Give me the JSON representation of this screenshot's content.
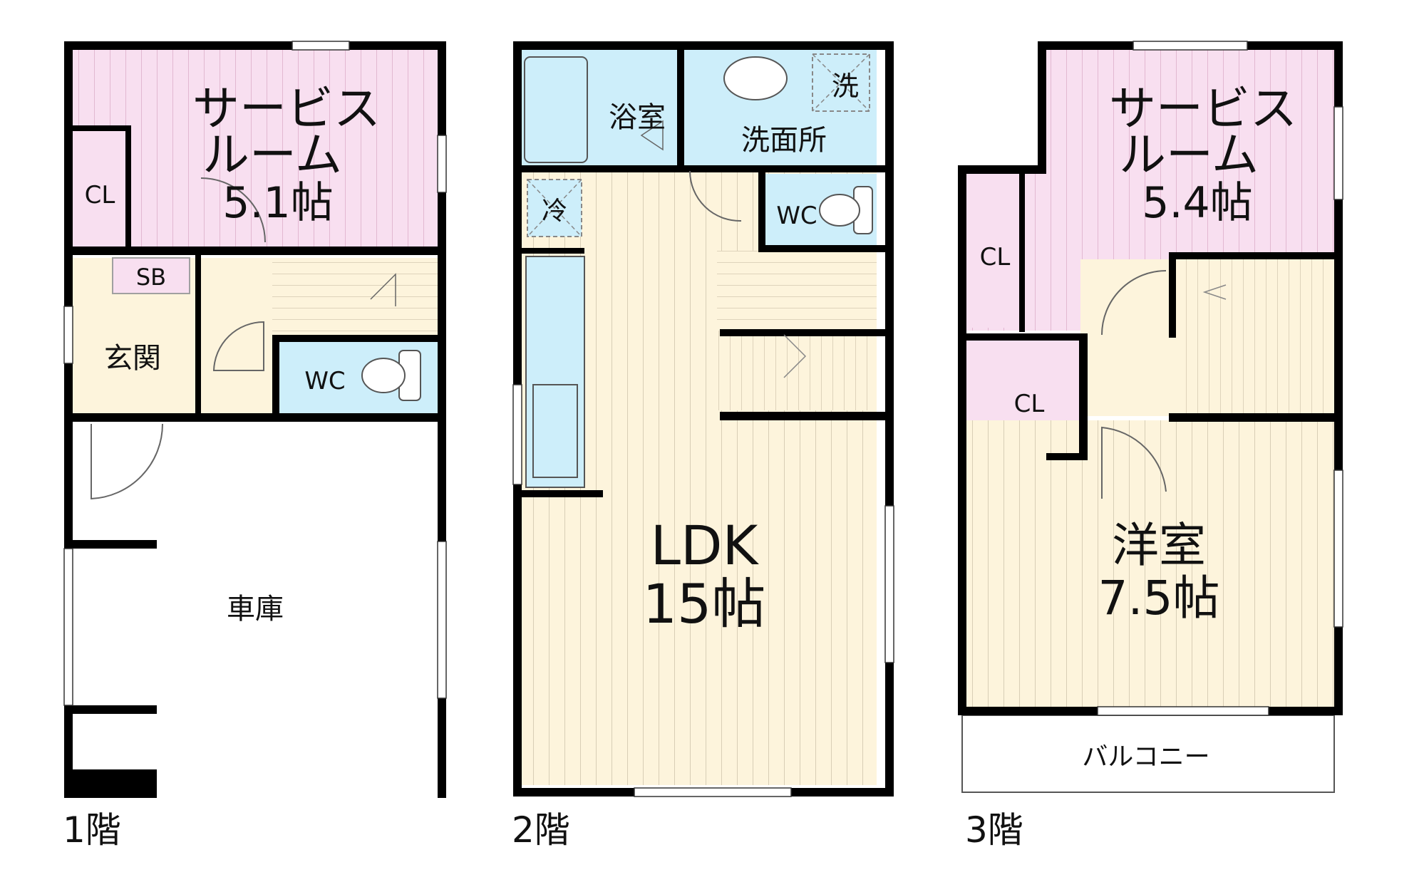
{
  "colors": {
    "service_room": "#f8dff0",
    "wood_floor": "#fdf4dc",
    "wet_area": "#cdeefa",
    "closet": "#f8dff0",
    "stripe": "#c9bda5",
    "pink_stripe": "#d9a8c4",
    "wall": "#000000"
  },
  "floor1": {
    "label": "1階",
    "service_room": {
      "name_line1": "サービス",
      "name_line2": "ルーム",
      "size": "5.1帖"
    },
    "closet": "CL",
    "shoe_box": "SB",
    "entrance": "玄関",
    "toilet": "WC",
    "garage": "車庫"
  },
  "floor2": {
    "label": "2階",
    "bathroom": "浴室",
    "washroom": "洗面所",
    "washer": "洗",
    "fridge": "冷",
    "toilet": "WC",
    "ldk": {
      "name": "LDK",
      "size": "15帖"
    }
  },
  "floor3": {
    "label": "3階",
    "service_room": {
      "name_line1": "サービス",
      "name_line2": "ルーム",
      "size": "5.4帖"
    },
    "closet1": "CL",
    "closet2": "CL",
    "western_room": {
      "name": "洋室",
      "size": "7.5帖"
    },
    "balcony": "バルコニー"
  }
}
